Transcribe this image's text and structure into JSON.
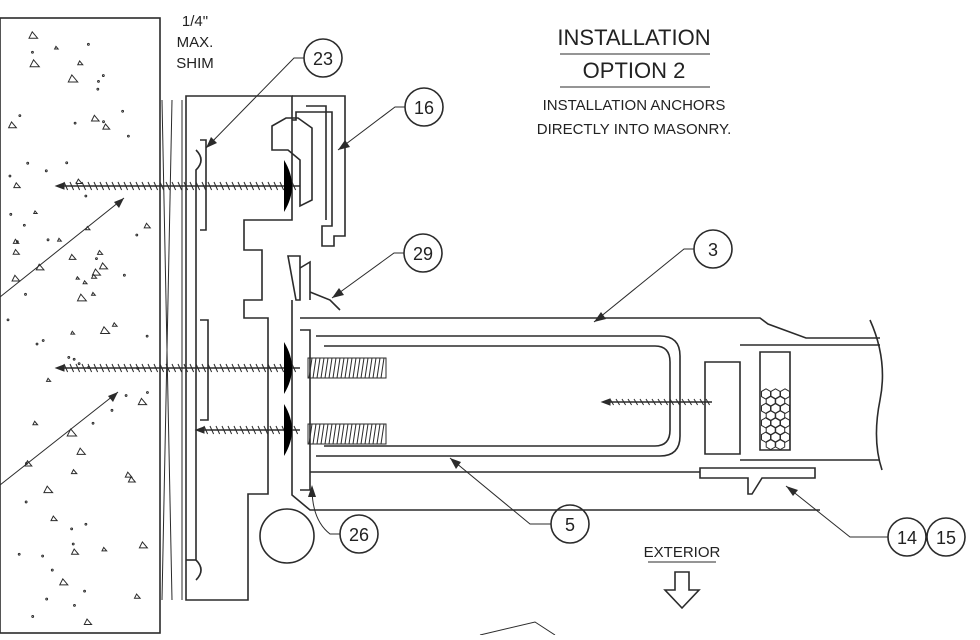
{
  "title": {
    "line1": "INSTALLATION",
    "line2": "OPTION 2",
    "note_line1": "INSTALLATION ANCHORS",
    "note_line2": "DIRECTLY INTO MASONRY."
  },
  "shim_note": {
    "line1": "1/4\"",
    "line2": "MAX.",
    "line3": "SHIM"
  },
  "exterior_label": "EXTERIOR",
  "callouts": {
    "c23": "23",
    "c16": "16",
    "c29": "29",
    "c3": "3",
    "c26": "26",
    "c5": "5",
    "c14": "14",
    "c15": "15"
  },
  "colors": {
    "line": "#2b2b2b",
    "background": "#ffffff"
  }
}
